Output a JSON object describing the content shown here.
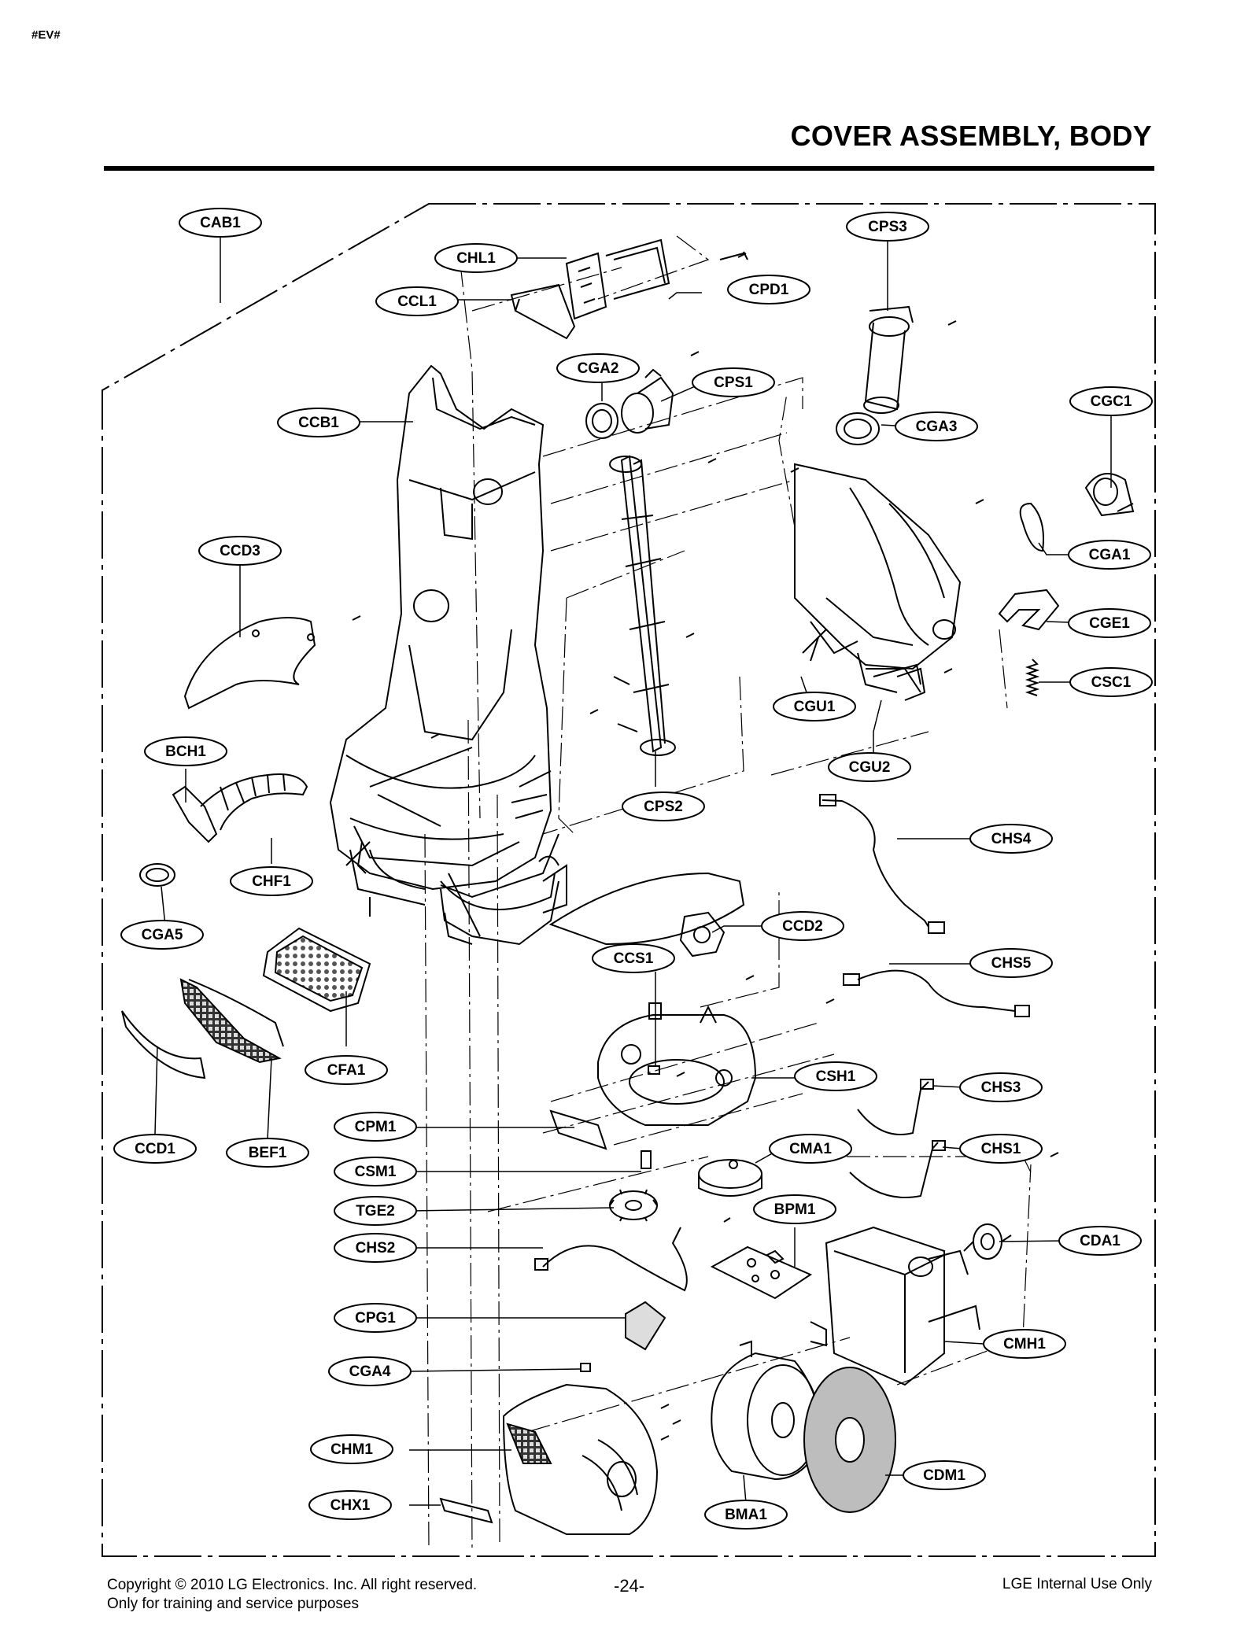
{
  "header": {
    "tag": "#EV#",
    "title": "COVER ASSEMBLY, BODY"
  },
  "labels": {
    "CAB1": "CAB1",
    "CHL1": "CHL1",
    "CPD1": "CPD1",
    "CCL1": "CCL1",
    "CPS3": "CPS3",
    "CGA2": "CGA2",
    "CPS1": "CPS1",
    "CGC1": "CGC1",
    "CCB1": "CCB1",
    "CGA3": "CGA3",
    "CCD3": "CCD3",
    "CGA1": "CGA1",
    "CGE1": "CGE1",
    "CSC1": "CSC1",
    "CGU1": "CGU1",
    "BCH1": "BCH1",
    "CGU2": "CGU2",
    "CPS2": "CPS2",
    "CHS4": "CHS4",
    "CHF1": "CHF1",
    "CCD2": "CCD2",
    "CGA5": "CGA5",
    "CCS1": "CCS1",
    "CHS5": "CHS5",
    "CFA1": "CFA1",
    "CSH1": "CSH1",
    "CHS3": "CHS3",
    "CPM1": "CPM1",
    "CCD1": "CCD1",
    "BEF1": "BEF1",
    "CMA1": "CMA1",
    "CHS1": "CHS1",
    "CSM1": "CSM1",
    "TGE2": "TGE2",
    "BPM1": "BPM1",
    "CHS2": "CHS2",
    "CDA1": "CDA1",
    "CPG1": "CPG1",
    "CMH1": "CMH1",
    "CGA4": "CGA4",
    "CHM1": "CHM1",
    "CDM1": "CDM1",
    "CHX1": "CHX1",
    "BMA1": "BMA1"
  },
  "footer": {
    "copyright": "Copyright © 2010 LG Electronics. Inc. All right reserved.",
    "note": "Only for training and service purposes",
    "page": "-24-",
    "internal": "LGE Internal Use Only"
  }
}
